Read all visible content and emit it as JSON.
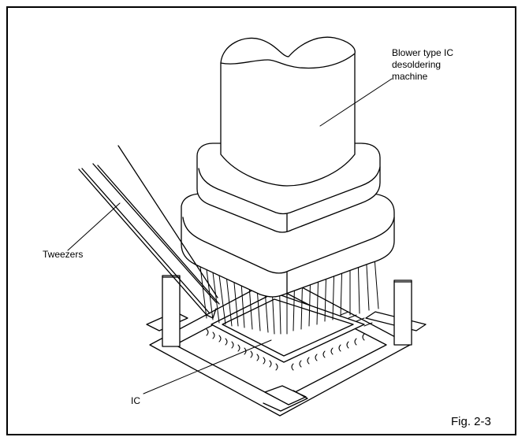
{
  "labels": {
    "machine": "Blower type IC\ndesoldering\nmachine",
    "tweezers": "Tweezers",
    "ic": "IC",
    "figure": "Fig. 2-3"
  },
  "colors": {
    "ink": "#000000",
    "paper": "#ffffff"
  }
}
